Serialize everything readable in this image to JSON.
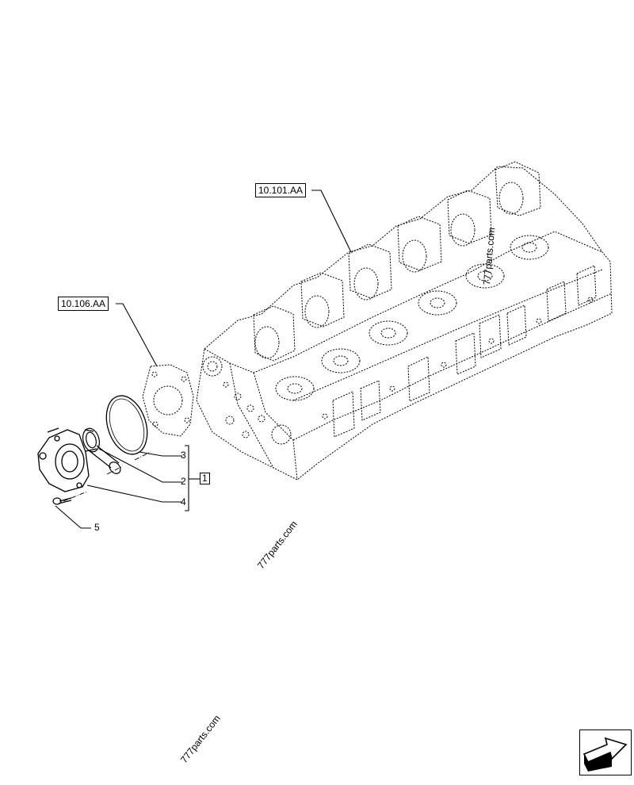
{
  "diagram": {
    "references": {
      "cylinder_head": "10.101.AA",
      "cover": "10.106.AA"
    },
    "items": {
      "assembly": "1",
      "seal": "2",
      "o_ring": "3",
      "pipe": "4",
      "screw": "5"
    },
    "watermarks": [
      "777parts.com",
      "777parts.com",
      "777parts.com"
    ],
    "navigation": {
      "next_page_icon": "arrow-next-icon"
    }
  }
}
